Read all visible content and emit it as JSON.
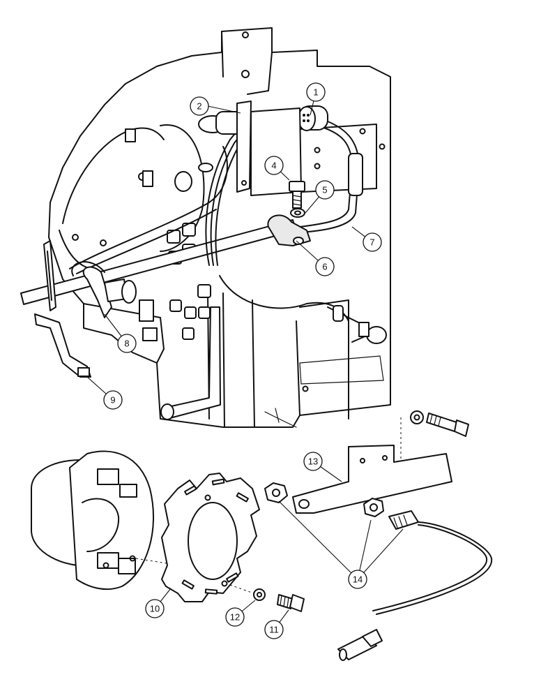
{
  "callouts": [
    {
      "id": "c1",
      "label": "1"
    },
    {
      "id": "c2",
      "label": "2"
    },
    {
      "id": "c4",
      "label": "4"
    },
    {
      "id": "c5",
      "label": "5"
    },
    {
      "id": "c6",
      "label": "6"
    },
    {
      "id": "c7",
      "label": "7"
    },
    {
      "id": "c8",
      "label": "8"
    },
    {
      "id": "c9",
      "label": "9"
    },
    {
      "id": "c10",
      "label": "10"
    },
    {
      "id": "c11",
      "label": "11"
    },
    {
      "id": "c12",
      "label": "12"
    },
    {
      "id": "c13",
      "label": "13"
    },
    {
      "id": "c14",
      "label": "14"
    }
  ]
}
